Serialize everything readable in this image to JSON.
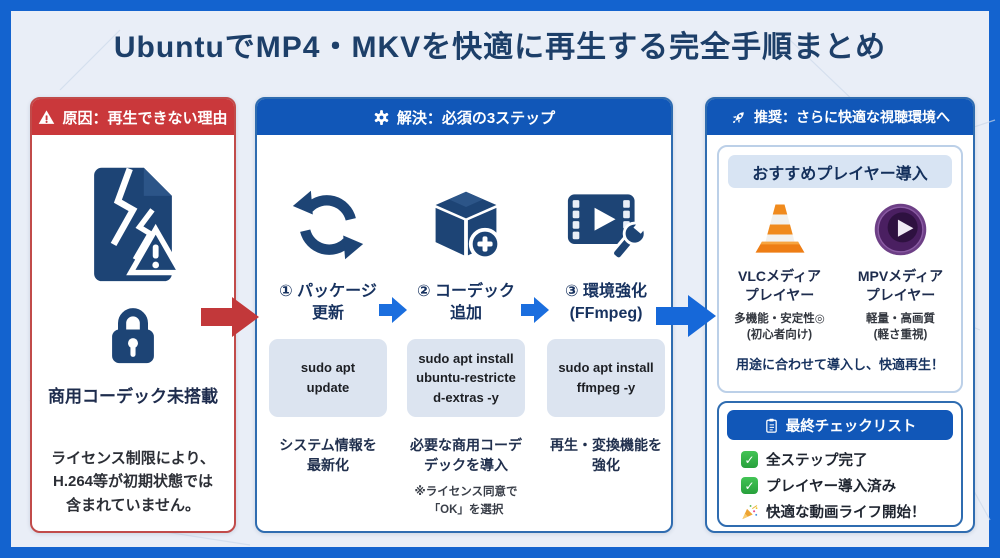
{
  "title": "UbuntuでMP4・MKVを快適に再生する完全手順まとめ",
  "cause_panel": {
    "header": "原因：再生できない理由",
    "subtitle": "商用コーデック未搭載",
    "body": "ライセンス制限により、\nH.264等が初期状態では\n含まれていません。"
  },
  "solution_panel": {
    "header": "解決：必須の3ステップ",
    "steps": [
      {
        "title": "① パッケージ\n更新",
        "command": "sudo apt\nupdate",
        "description": "システム情報を\n最新化"
      },
      {
        "title": "② コーデック\n追加",
        "command": "sudo apt install\nubuntu-restricte\nd-extras -y",
        "description": "必要な商用コーデ\nデックを導入",
        "note": "※ライセンス同意で\n「OK」を選択"
      },
      {
        "title": "③ 環境強化\n(FFmpeg)",
        "command": "sudo apt install\nffmpeg -y",
        "description": "再生・変換機能を\n強化"
      }
    ]
  },
  "recommend_panel": {
    "header": "推奨：さらに快適な視聴環境へ",
    "players_card": {
      "header": "おすすめプレイヤー導入",
      "players": [
        {
          "name": "VLCメディア\nプレイヤー",
          "description": "多機能・安定性◎\n(初心者向け)"
        },
        {
          "name": "MPVメディア\nプレイヤー",
          "description": "軽量・高画質\n(軽さ重視)"
        }
      ],
      "footer": "用途に合わせて導入し、快適再生！"
    },
    "checklist_card": {
      "header": "最終チェックリスト",
      "items": [
        {
          "icon": "check-icon",
          "label": "全ステップ完了"
        },
        {
          "icon": "check-icon",
          "label": "プレイヤー導入済み"
        },
        {
          "icon": "party-popper-icon",
          "label": "快適な動画ライフ開始！"
        }
      ]
    }
  },
  "icons": {
    "check_glyph": "✓",
    "cause_header": "warning-triangle-icon",
    "solution_header": "gear-icon",
    "recommend_header": "rocket-icon",
    "step_icons": [
      "refresh-icon",
      "package-plus-icon",
      "film-wrench-icon"
    ],
    "player_icons": [
      "vlc-cone-icon",
      "mpv-player-icon"
    ],
    "checklist_header": "clipboard-icon"
  },
  "colors": {
    "frame": "#1363cf",
    "background": "#e9eef7",
    "title_text": "#1d3f69",
    "cause_accent": "#ca383b",
    "solution_accent": "#1157b8",
    "icon_navy": "#1d4475",
    "code_background": "#dce4f0",
    "arrow_red": "#c2383a",
    "arrow_blue": "#1668d9",
    "check_green": "#2fae44"
  }
}
